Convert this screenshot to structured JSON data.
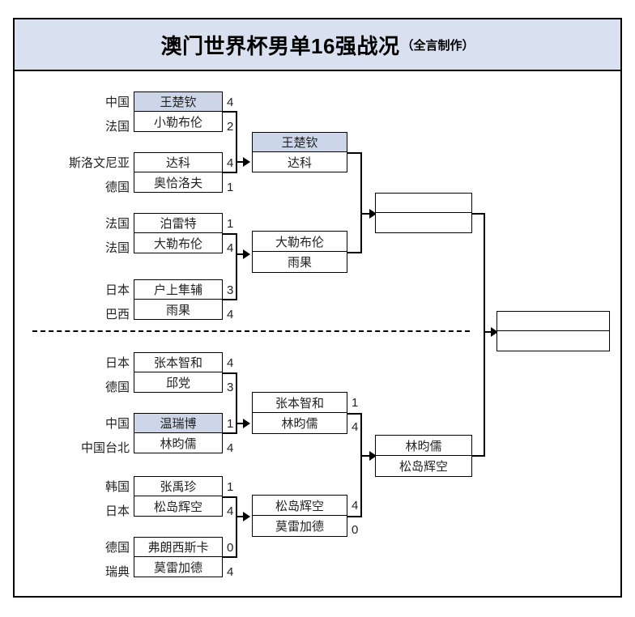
{
  "header": {
    "title_main": "澳门世界杯男单16强战况",
    "title_sub": "（全言制作）",
    "band_color": "#d9e0f0"
  },
  "style": {
    "highlight_color": "#ccd6e8",
    "border_color": "#000000",
    "background": "#ffffff"
  },
  "bracket": {
    "round_of_16": [
      {
        "top": {
          "country": "中国",
          "player": "王楚钦",
          "score": "4",
          "highlight": true
        },
        "bottom": {
          "country": "法国",
          "player": "小勒布伦",
          "score": "2",
          "highlight": false
        }
      },
      {
        "top": {
          "country": "斯洛文尼亚",
          "player": "达科",
          "score": "4",
          "highlight": false
        },
        "bottom": {
          "country": "德国",
          "player": "奥恰洛夫",
          "score": "1",
          "highlight": false
        }
      },
      {
        "top": {
          "country": "法国",
          "player": "泊雷特",
          "score": "1",
          "highlight": false
        },
        "bottom": {
          "country": "法国",
          "player": "大勒布伦",
          "score": "4",
          "highlight": false
        }
      },
      {
        "top": {
          "country": "日本",
          "player": "户上隼辅",
          "score": "3",
          "highlight": false
        },
        "bottom": {
          "country": "巴西",
          "player": "雨果",
          "score": "4",
          "highlight": false
        }
      },
      {
        "top": {
          "country": "日本",
          "player": "张本智和",
          "score": "4",
          "highlight": false
        },
        "bottom": {
          "country": "德国",
          "player": "邱党",
          "score": "3",
          "highlight": false
        }
      },
      {
        "top": {
          "country": "中国",
          "player": "温瑞博",
          "score": "1",
          "highlight": true
        },
        "bottom": {
          "country": "中国台北",
          "player": "林昀儒",
          "score": "4",
          "highlight": false
        }
      },
      {
        "top": {
          "country": "韩国",
          "player": "张禹珍",
          "score": "1",
          "highlight": false
        },
        "bottom": {
          "country": "日本",
          "player": "松岛辉空",
          "score": "4",
          "highlight": false
        }
      },
      {
        "top": {
          "country": "德国",
          "player": "弗朗西斯卡",
          "score": "0",
          "highlight": false
        },
        "bottom": {
          "country": "瑞典",
          "player": "莫雷加德",
          "score": "4",
          "highlight": false
        }
      }
    ],
    "quarter_finals": [
      {
        "top": {
          "player": "王楚钦",
          "score": "",
          "highlight": true
        },
        "bottom": {
          "player": "达科",
          "score": "",
          "highlight": false
        }
      },
      {
        "top": {
          "player": "大勒布伦",
          "score": "",
          "highlight": false
        },
        "bottom": {
          "player": "雨果",
          "score": "",
          "highlight": false
        }
      },
      {
        "top": {
          "player": "张本智和",
          "score": "1",
          "highlight": false
        },
        "bottom": {
          "player": "林昀儒",
          "score": "4",
          "highlight": false
        }
      },
      {
        "top": {
          "player": "松岛辉空",
          "score": "4",
          "highlight": false
        },
        "bottom": {
          "player": "莫雷加德",
          "score": "0",
          "highlight": false
        }
      }
    ],
    "semi_finals": [
      {
        "top": {
          "player": "",
          "score": "",
          "highlight": false
        },
        "bottom": {
          "player": "",
          "score": "",
          "highlight": false
        }
      },
      {
        "top": {
          "player": "林昀儒",
          "score": "",
          "highlight": false
        },
        "bottom": {
          "player": "松岛辉空",
          "score": "",
          "highlight": false
        }
      }
    ],
    "final": {
      "top": {
        "player": "",
        "score": "",
        "highlight": false
      },
      "bottom": {
        "player": "",
        "score": "",
        "highlight": false
      }
    }
  }
}
